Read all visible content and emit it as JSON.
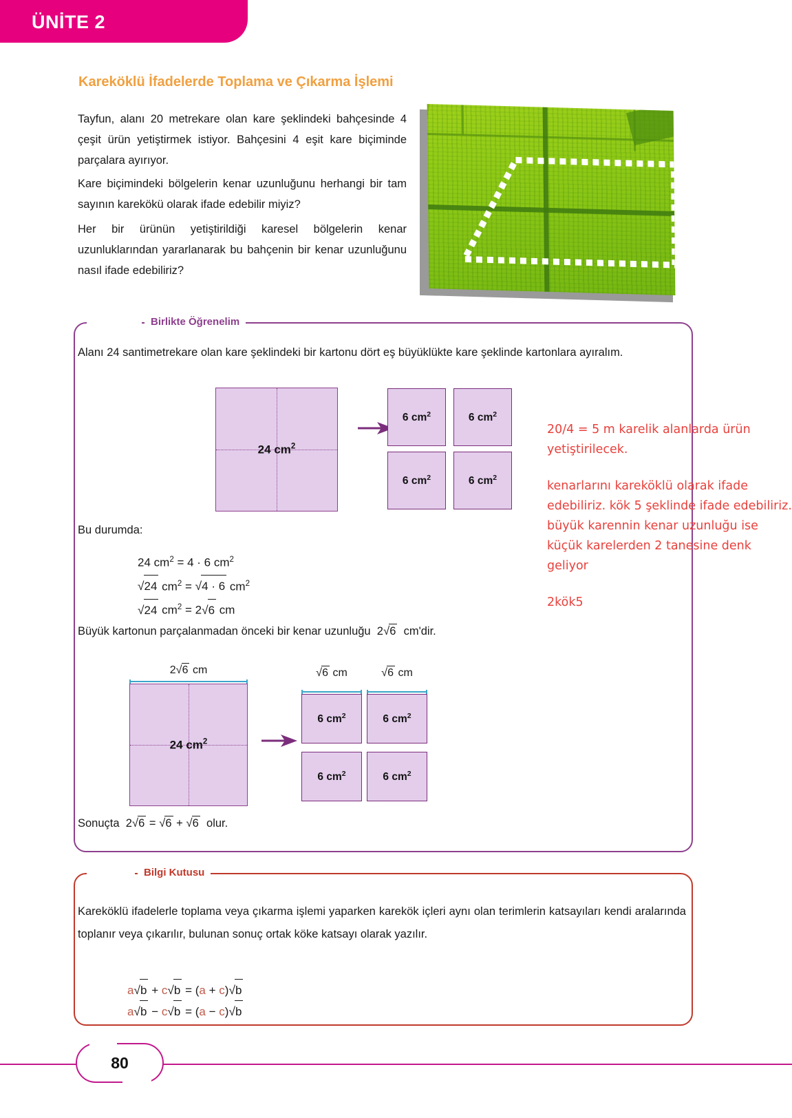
{
  "unit": {
    "label": "ÜNİTE 2"
  },
  "section": {
    "title": "Kareköklü İfadelerde Toplama ve Çıkarma İşlemi"
  },
  "intro": {
    "p0": "Tayfun, alanı 20 metrekare olan kare şeklindeki bahçesinde 4 çeşit ürün yetiştirmek istiyor. Bahçesini 4 eşit kare biçiminde parçalara ayırıyor.",
    "p1": "Kare biçimindeki bölgelerin kenar uzunluğunu herhangi bir tam sayının karekökü olarak ifade edebilir miyiz?",
    "p2": "Her bir ürünün yetiştirildiği karesel bölgelerin kenar uzunluklarından yararlanarak bu bahçenin bir kenar uzunluğunu nasıl ifade edebiliriz?"
  },
  "photo": {
    "alt": "aerial-green-field-divided-in-four"
  },
  "learn_box": {
    "label": "Birlikte Öğrenelim",
    "intro": "Alanı 24 santimetrekare olan kare şeklindeki bir kartonu dört eş büyüklükte kare şeklinde kartonlara ayıralım.",
    "bu_durumda": "Bu durumda:",
    "buyuk_karton_pre": "Büyük kartonun parçalanmadan önceki bir kenar uzunluğu",
    "buyuk_karton_post": "cm'dir.",
    "sonucta_pre": "Sonuçta",
    "sonucta_post": "olur.",
    "equations": [
      {
        "lhs_num": "24",
        "lhs_unit": "cm",
        "rhs": "4 · 6 cm"
      },
      {
        "lhs_num": "24",
        "rhs_num": "4 · 6"
      },
      {
        "lhs_num": "24",
        "rhs_coef": "2",
        "rhs_num": "6"
      }
    ]
  },
  "diagram1": {
    "big_label_num": "24",
    "big_label_unit": "cm",
    "small_label_num": "6",
    "small_label_unit": "cm",
    "small_cells": [
      "6 cm2",
      "6 cm2",
      "6 cm2",
      "6 cm2"
    ]
  },
  "diagram2": {
    "big_label_num": "24",
    "big_label_unit": "cm",
    "big_side_coef": "2",
    "big_side_num": "6",
    "big_side_unit": "cm",
    "small_side_num": "6",
    "small_side_unit": "cm",
    "small_cells": [
      "6 cm2",
      "6 cm2",
      "6 cm2",
      "6 cm2"
    ]
  },
  "annotation": {
    "line1": "20/4 = 5 m karelik alanlarda ürün yetiştirilecek.",
    "line2": "kenarlarını kareköklü olarak ifade edebiliriz. kök 5 şeklinde ifade edebiliriz. büyük karennin kenar uzunluğu ise küçük karelerden 2 tanesine denk geliyor",
    "line3": "2kök5"
  },
  "info_box": {
    "label": "Bilgi Kutusu",
    "text": "Kareköklü ifadelerle toplama veya çıkarma işlemi yaparken karekök içleri aynı olan terimlerin katsayıları kendi aralarında toplanır veya çıkarılır, bulunan sonuç ortak köke katsayı olarak yazılır.",
    "formulas": [
      {
        "a": "a",
        "op1": "+",
        "c": "c",
        "b": "b",
        "op2": "+"
      },
      {
        "a": "a",
        "op1": "−",
        "c": "c",
        "b": "b",
        "op2": "−"
      }
    ]
  },
  "footer": {
    "page_number": "80"
  },
  "colors": {
    "unit_band": "#e6007e",
    "section_title": "#f0a040",
    "learn_border": "#8d3f8d",
    "info_border": "#c0392b",
    "square_fill": "#e3cdeb",
    "square_stroke": "#7b2d7b",
    "rule": "#3aa6c9",
    "annotation": "#e8413c",
    "footer": "#c2188c"
  }
}
